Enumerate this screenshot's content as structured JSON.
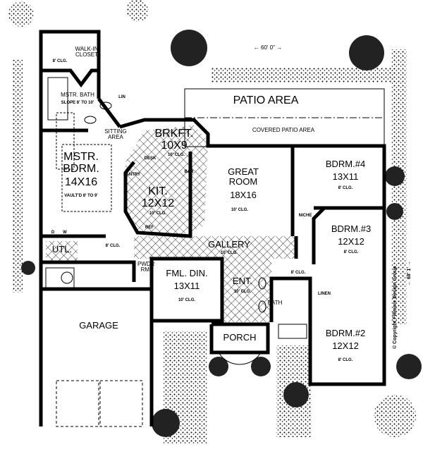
{
  "dimensions": {
    "width": "60' 0\"",
    "depth": "68' 1'"
  },
  "copyright": "© Copyright Fillmore Design Group",
  "rooms": {
    "walk_in_closet": {
      "name": "WALK-IN CLOSET",
      "ceiling": "8' CLG."
    },
    "master_bath": {
      "name": "MSTR. BATH",
      "ceiling": "SLOPE 8' TO 10'"
    },
    "linen_master": {
      "name": "LIN"
    },
    "sitting_area": {
      "name": "SITTING AREA"
    },
    "master_bedroom": {
      "name": "MSTR. BDRM.",
      "size": "14X16",
      "ceiling": "VAULT'D 8' TO 9'"
    },
    "breakfast": {
      "name": "BRKFT.",
      "size": "10X9",
      "ceiling": "10' CLG."
    },
    "desk": {
      "name": "DESK"
    },
    "bar": {
      "name": "BAR"
    },
    "pantry": {
      "name": "PANTRY"
    },
    "kitchen": {
      "name": "KIT.",
      "size": "12X12",
      "ceiling": "10' CLG."
    },
    "refrigerator": {
      "name": "REF"
    },
    "patio": {
      "name": "PATIO AREA"
    },
    "covered_patio": {
      "name": "COVERED PATIO AREA"
    },
    "great_room": {
      "name": "GREAT ROOM",
      "size": "18X16",
      "ceiling": "10' CLG."
    },
    "bedroom4": {
      "name": "BDRM.#4",
      "size": "13X11",
      "ceiling": "8' CLG."
    },
    "niche": {
      "name": "NICHE"
    },
    "bedroom3": {
      "name": "BDRM.#3",
      "size": "12X12",
      "ceiling": "8' CLG."
    },
    "dryer": {
      "name": "D"
    },
    "washer": {
      "name": "W"
    },
    "utility": {
      "name": "UTL."
    },
    "hall_ceiling": {
      "ceiling": "8' CLG."
    },
    "gallery": {
      "name": "GALLERY",
      "ceiling": "10' CLG."
    },
    "powder_room": {
      "name": "PWDR RM."
    },
    "formal_dining": {
      "name": "FML. DIN.",
      "size": "13X11",
      "ceiling": "10' CLG."
    },
    "entry": {
      "name": "ENT.",
      "ceiling": "10' CLG."
    },
    "bath": {
      "name": "BATH"
    },
    "bedroom_hall": {
      "ceiling": "8' CLG."
    },
    "linen": {
      "name": "LINEN"
    },
    "garage": {
      "name": "GARAGE"
    },
    "porch": {
      "name": "PORCH"
    },
    "bedroom2": {
      "name": "BDRM.#2",
      "size": "12X12",
      "ceiling": "8' CLG."
    }
  }
}
